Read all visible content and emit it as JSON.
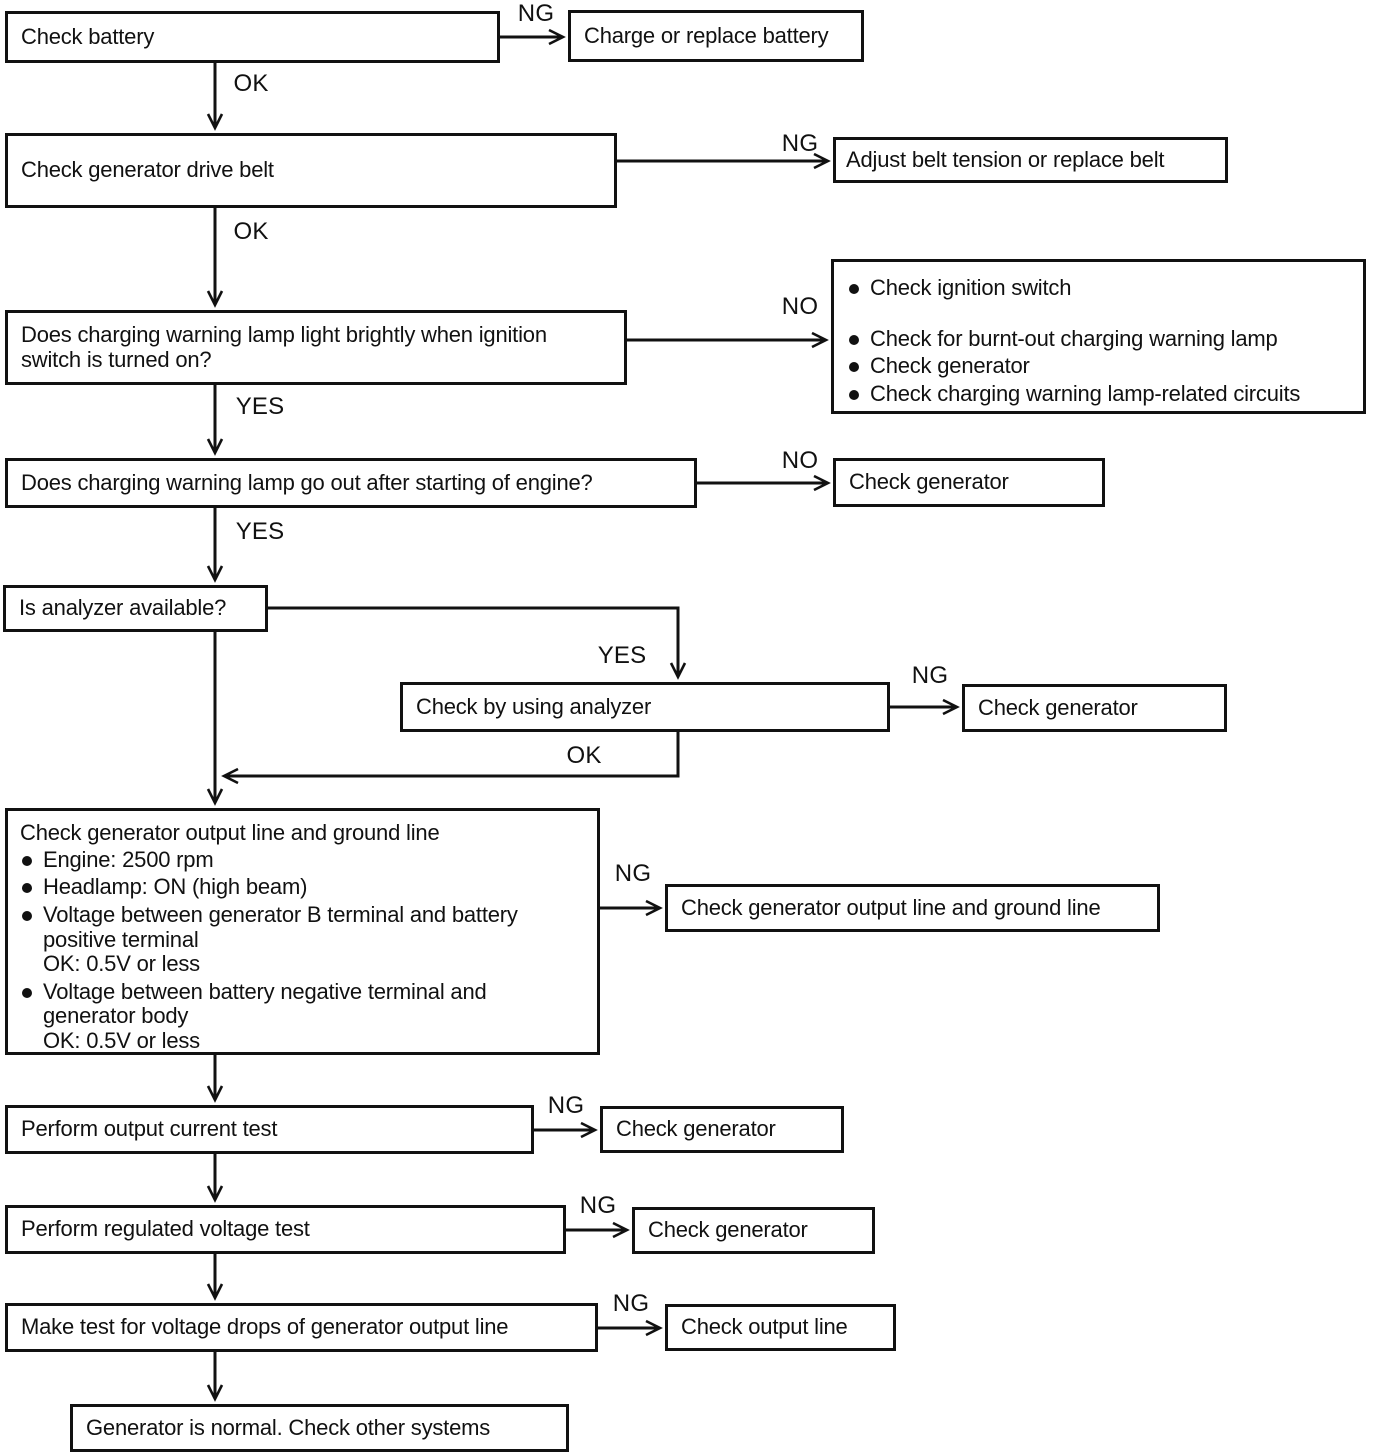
{
  "colors": {
    "ink": "#111111",
    "paper": "#ffffff"
  },
  "nodes": {
    "check_battery": {
      "label": "Check battery"
    },
    "charge_or_replace_battery": {
      "label": "Charge or replace battery"
    },
    "check_generator_drive_belt": {
      "label": "Check generator drive belt"
    },
    "adjust_belt_tension": {
      "label": "Adjust belt tension or replace belt"
    },
    "lamp_light_brightly": {
      "label": [
        "Does charging warning lamp light brightly when ignition",
        "switch is turned on?"
      ]
    },
    "lamp_failure_checks": {
      "items": [
        "Check ignition switch",
        "Check for burnt-out charging warning lamp",
        "Check generator",
        "Check charging warning lamp-related circuits"
      ]
    },
    "lamp_go_out": {
      "label": "Does charging warning lamp go out after starting of engine?"
    },
    "check_generator_lamp": {
      "label": "Check generator"
    },
    "is_analyzer_available": {
      "label": "Is analyzer available?"
    },
    "check_by_using_analyzer": {
      "label": "Check by using analyzer"
    },
    "check_generator_analyzer": {
      "label": "Check generator"
    },
    "output_and_ground_line_check": {
      "title": "Check generator output line and ground line",
      "items": [
        [
          "Engine: 2500 rpm"
        ],
        [
          "Headlamp: ON (high beam)"
        ],
        [
          "Voltage between generator B terminal and battery",
          "positive terminal",
          "OK: 0.5V or less"
        ],
        [
          "Voltage between battery negative terminal and",
          "generator body",
          "OK: 0.5V or less"
        ]
      ]
    },
    "check_output_and_ground_line": {
      "label": "Check generator output line and ground line"
    },
    "perform_output_current_test": {
      "label": "Perform output current test"
    },
    "check_generator_current": {
      "label": "Check generator"
    },
    "perform_regulated_voltage_test": {
      "label": "Perform regulated voltage test"
    },
    "check_generator_voltage": {
      "label": "Check generator"
    },
    "voltage_drop_test": {
      "label": "Make test for voltage drops of generator output line"
    },
    "check_output_line": {
      "label": "Check output line"
    },
    "generator_is_normal": {
      "label": "Generator is normal. Check other systems"
    }
  },
  "edge_labels": {
    "battery_ng": "NG",
    "battery_ok": "OK",
    "belt_ng": "NG",
    "belt_ok": "OK",
    "lamp_brightly_no": "NO",
    "lamp_brightly_yes": "YES",
    "lamp_go_out_no": "NO",
    "lamp_go_out_yes": "YES",
    "analyzer_yes": "YES",
    "analyzer_ng": "NG",
    "analyzer_ok": "OK",
    "output_ground_ng": "NG",
    "output_current_ng": "NG",
    "regulated_voltage_ng": "NG",
    "voltage_drop_ng": "NG"
  }
}
